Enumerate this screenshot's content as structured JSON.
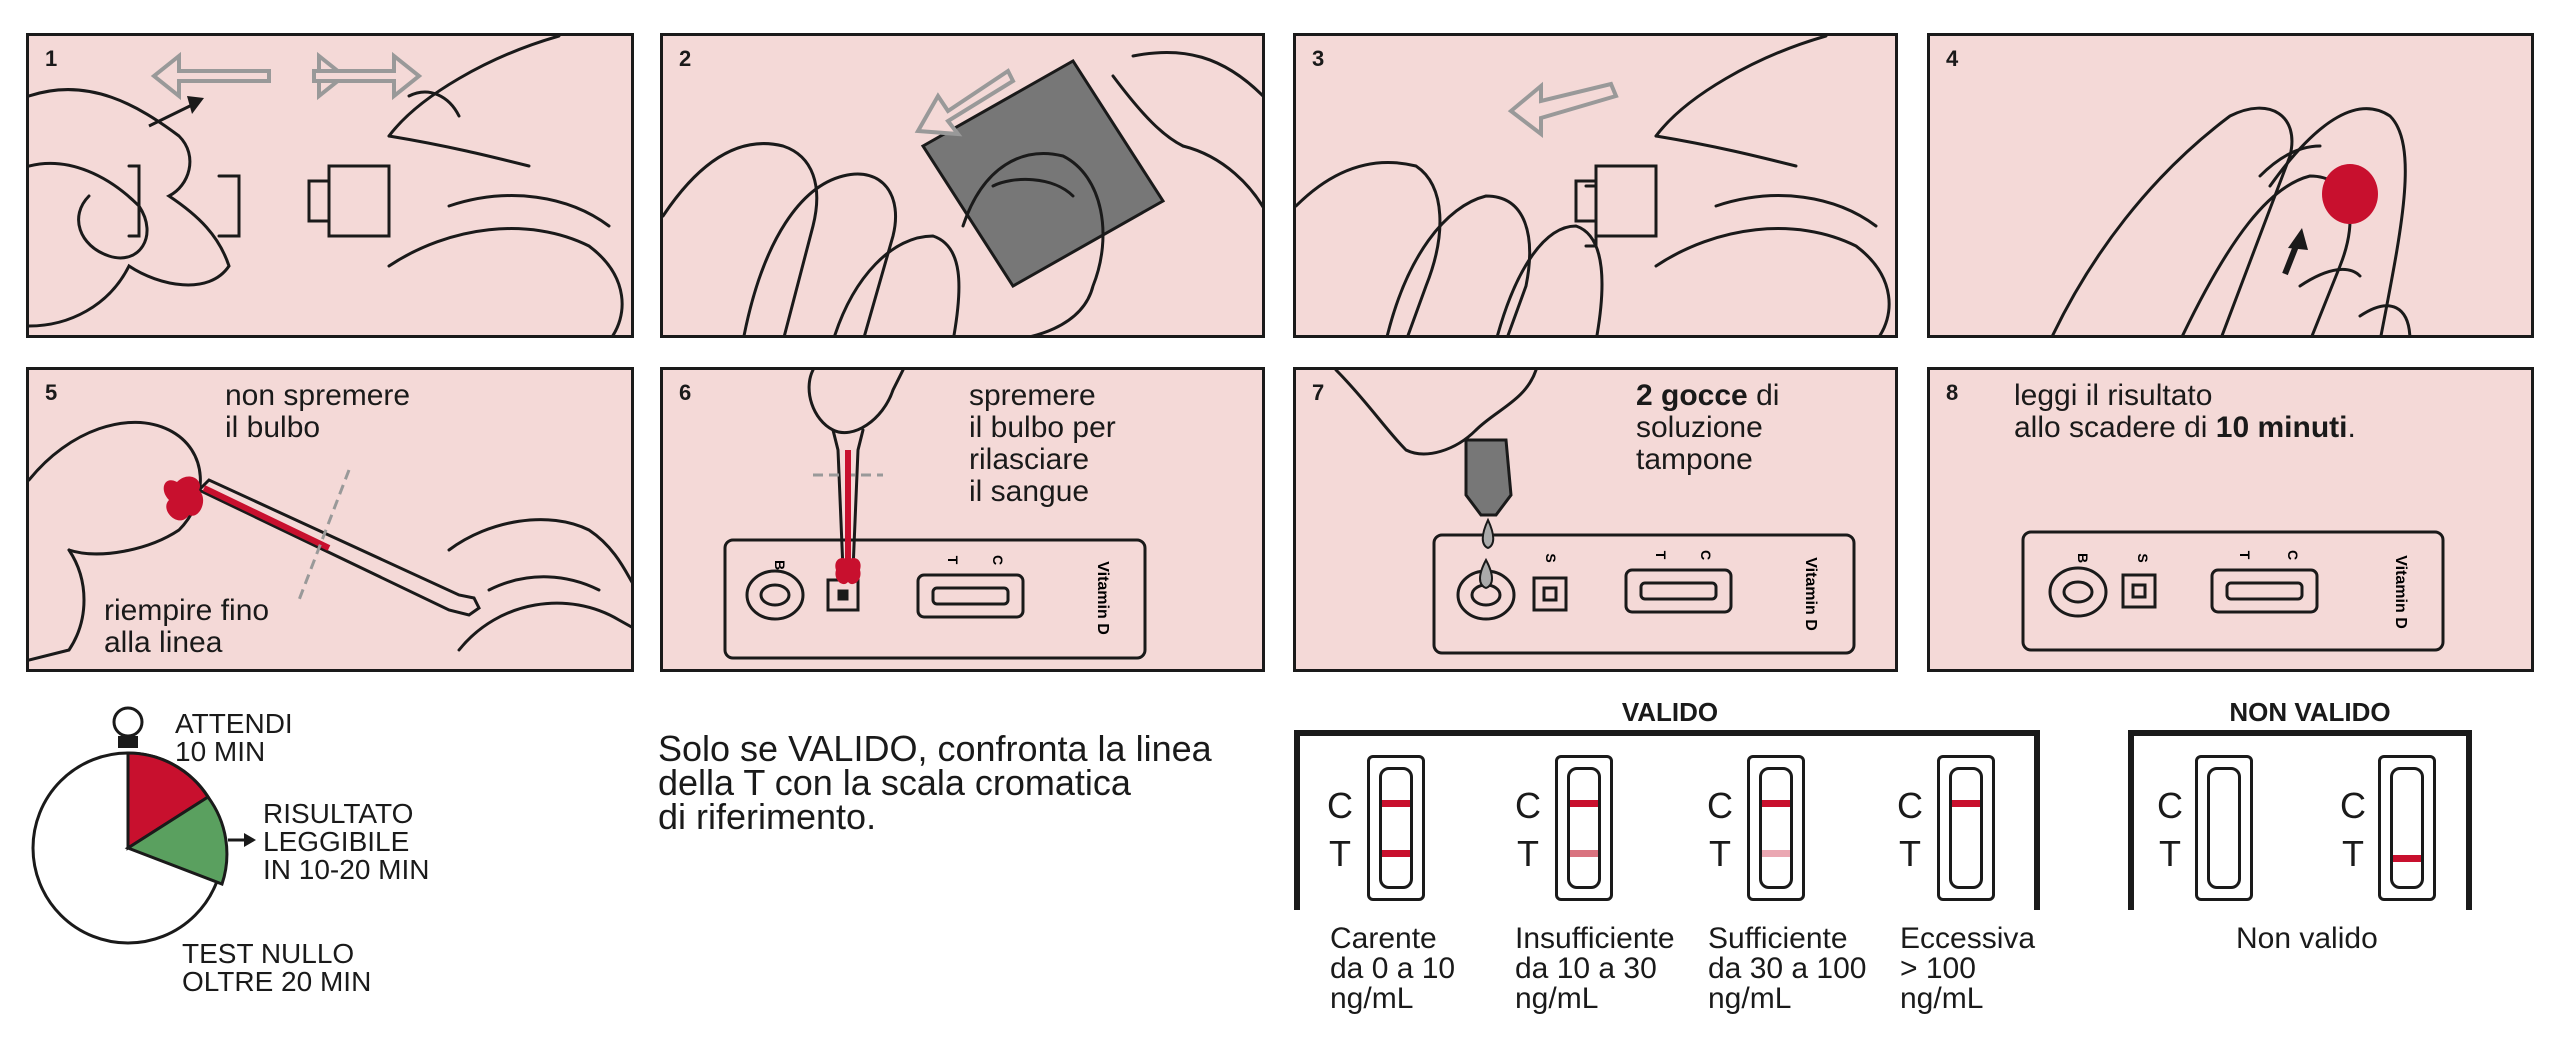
{
  "panels": [
    {
      "number": "1"
    },
    {
      "number": "2"
    },
    {
      "number": "3"
    },
    {
      "number": "4"
    },
    {
      "number": "5",
      "text_top_1": "non spremere",
      "text_top_2": "il bulbo",
      "text_bottom_1": "riempire fino",
      "text_bottom_2": "alla linea"
    },
    {
      "number": "6",
      "text_1": "spremere",
      "text_2": "il bulbo per",
      "text_3": "rilasciare",
      "text_4": "il sangue"
    },
    {
      "number": "7",
      "text_bold": "2 gocce",
      "text_1_rest": " di",
      "text_2": "soluzione",
      "text_3": "tampone"
    },
    {
      "number": "8",
      "text_1": "leggi il risultato",
      "text_2_pre": "allo scadere di ",
      "text_2_bold": "10 minuti",
      "text_2_post": "."
    }
  ],
  "cassette": {
    "b": "B",
    "s": "S",
    "t": "T",
    "c": "C",
    "brand": "Vitamin D"
  },
  "timer": {
    "wait_1": "ATTENDI",
    "wait_2": "10 MIN",
    "readable_1": "RISULTATO",
    "readable_2": "LEGGIBILE",
    "readable_3": "IN 10-20 MIN",
    "null_1": "TEST NULLO",
    "null_2": "OLTRE 20 MIN",
    "colors": {
      "wait": "#c8102e",
      "readable": "#5aa05f",
      "rest": "#ffffff"
    }
  },
  "instruction": {
    "line1": "Solo se VALIDO, confronta la linea",
    "line2": "della T con la scala cromatica",
    "line3": "di riferimento."
  },
  "valid": {
    "title": "VALIDO",
    "results": [
      {
        "line1": "Carente",
        "line2": "da 0 a 10",
        "line3": "ng/mL"
      },
      {
        "line1": "Insufficiente",
        "line2": "da 10 a 30",
        "line3": "ng/mL"
      },
      {
        "line1": "Sufficiente",
        "line2": "da 30 a 100",
        "line3": "ng/mL"
      },
      {
        "line1": "Eccessiva",
        "line2": "> 100",
        "line3": "ng/mL"
      }
    ]
  },
  "invalid": {
    "title": "NON VALIDO",
    "label": "Non valido"
  },
  "strip_labels": {
    "c": "C",
    "t": "T"
  },
  "colors": {
    "panel_bg": "#f4d9d7",
    "blood": "#c8102e",
    "line_dark": "#c8102e",
    "line_light": "#e88a99"
  }
}
